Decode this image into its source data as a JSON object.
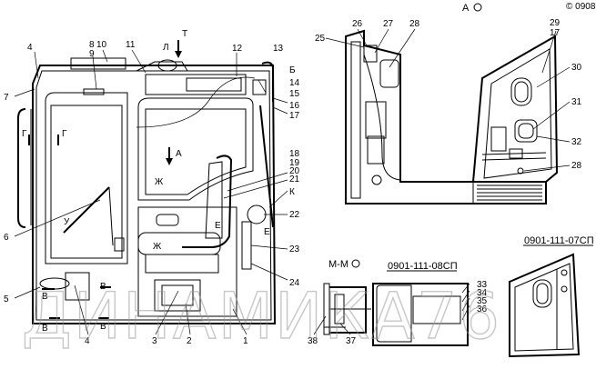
{
  "labels": {
    "n1": "1",
    "n2": "2",
    "n3": "3",
    "n4a": "4",
    "n4b": "4",
    "n5": "5",
    "n6": "6",
    "n7": "7",
    "n8": "8",
    "n9": "9",
    "n10": "10",
    "n11": "11",
    "n12": "12",
    "n13": "13",
    "n14": "14",
    "n15": "15",
    "n16": "16",
    "n17a": "17",
    "n17b": "17",
    "n18": "18",
    "n19": "19",
    "n20": "20",
    "n21": "21",
    "n22": "22",
    "n23": "23",
    "n24": "24",
    "n25": "25",
    "n26": "26",
    "n27": "27",
    "n28a": "28",
    "n28b": "28",
    "n29": "29",
    "n30": "30",
    "n31": "31",
    "n32": "32",
    "n33": "33",
    "n34": "34",
    "n35": "35",
    "n36": "36",
    "n37": "37",
    "n38": "38"
  },
  "letters": {
    "T": "Т",
    "L": "Л",
    "B": "Б",
    "K": "К",
    "A_arrow": "А",
    "G1": "Г",
    "G2": "Г",
    "U": "У",
    "Zh1": "Ж",
    "Zh2": "Ж",
    "E1": "Е",
    "E2": "Е",
    "V1": "В",
    "V2": "В",
    "V3": "В",
    "V4": "В"
  },
  "view_titles": {
    "view_A": "А",
    "view_MM": "М-М"
  },
  "part_numbers": {
    "right": "0901-111-07СП",
    "middle": "0901-111-08СП"
  },
  "watermark": "ДИНАМИКА76",
  "corner_mark": "© 0908"
}
